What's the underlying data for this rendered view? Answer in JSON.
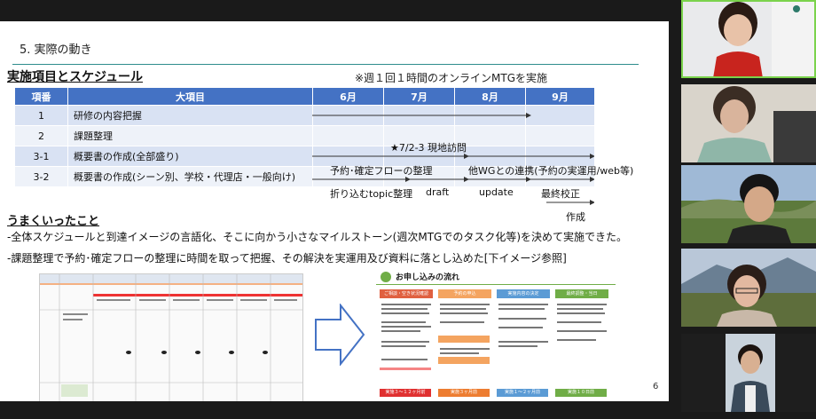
{
  "slide": {
    "heading": "5.  実際の動き",
    "schedule_title": "実施項目とスケジュール",
    "note": "※週１回１時間のオンラインMTGを実施",
    "table": {
      "headers": [
        "項番",
        "大項目",
        "6月",
        "7月",
        "8月",
        "9月"
      ],
      "rows": [
        {
          "num": "1",
          "item": "研修の内容把握"
        },
        {
          "num": "2",
          "item": "課題整理"
        },
        {
          "num": "3-1",
          "item": "概要書の作成(全部盛り)"
        },
        {
          "num": "3-2",
          "item": "概要書の作成(シーン別、学校・代理店・一般向け)"
        }
      ],
      "overlay_labels": {
        "visit": "★7/2-3 現地訪問",
        "flow": "予約･確定フローの整理",
        "wg": "他WGとの連携(予約の実運用/web等)",
        "topic": "折り込むtopic整理",
        "draft": "draft",
        "update": "update",
        "final": "最終校正",
        "create": "作成"
      }
    },
    "good_title": "うまくいったこと",
    "bullets": [
      "-全体スケジュールと到達イメージの言語化、そこに向かう小さなマイルストーン(週次MTGでのタスク化等)を決めて実施できた。",
      "-課題整理で予約･確定フローの整理に時間を取って把握、その解決を実運用及び資料に落とし込めた[下イメージ参照]"
    ],
    "flow_image": {
      "title": "お申し込みの流れ",
      "steps": [
        "ご相談・空き状況確認",
        "予約の申込",
        "実施内容の決定",
        "最終調整・当日"
      ],
      "timing": [
        "実施３〜１２ヶ月前",
        "実施３ヶ月前",
        "実施１〜２ヶ月前",
        "実施１０日前"
      ]
    },
    "page_number": "6"
  },
  "gallery": {
    "participants": [
      {
        "active": true
      },
      {
        "active": false
      },
      {
        "active": false
      },
      {
        "active": false
      },
      {
        "active": false
      }
    ]
  }
}
